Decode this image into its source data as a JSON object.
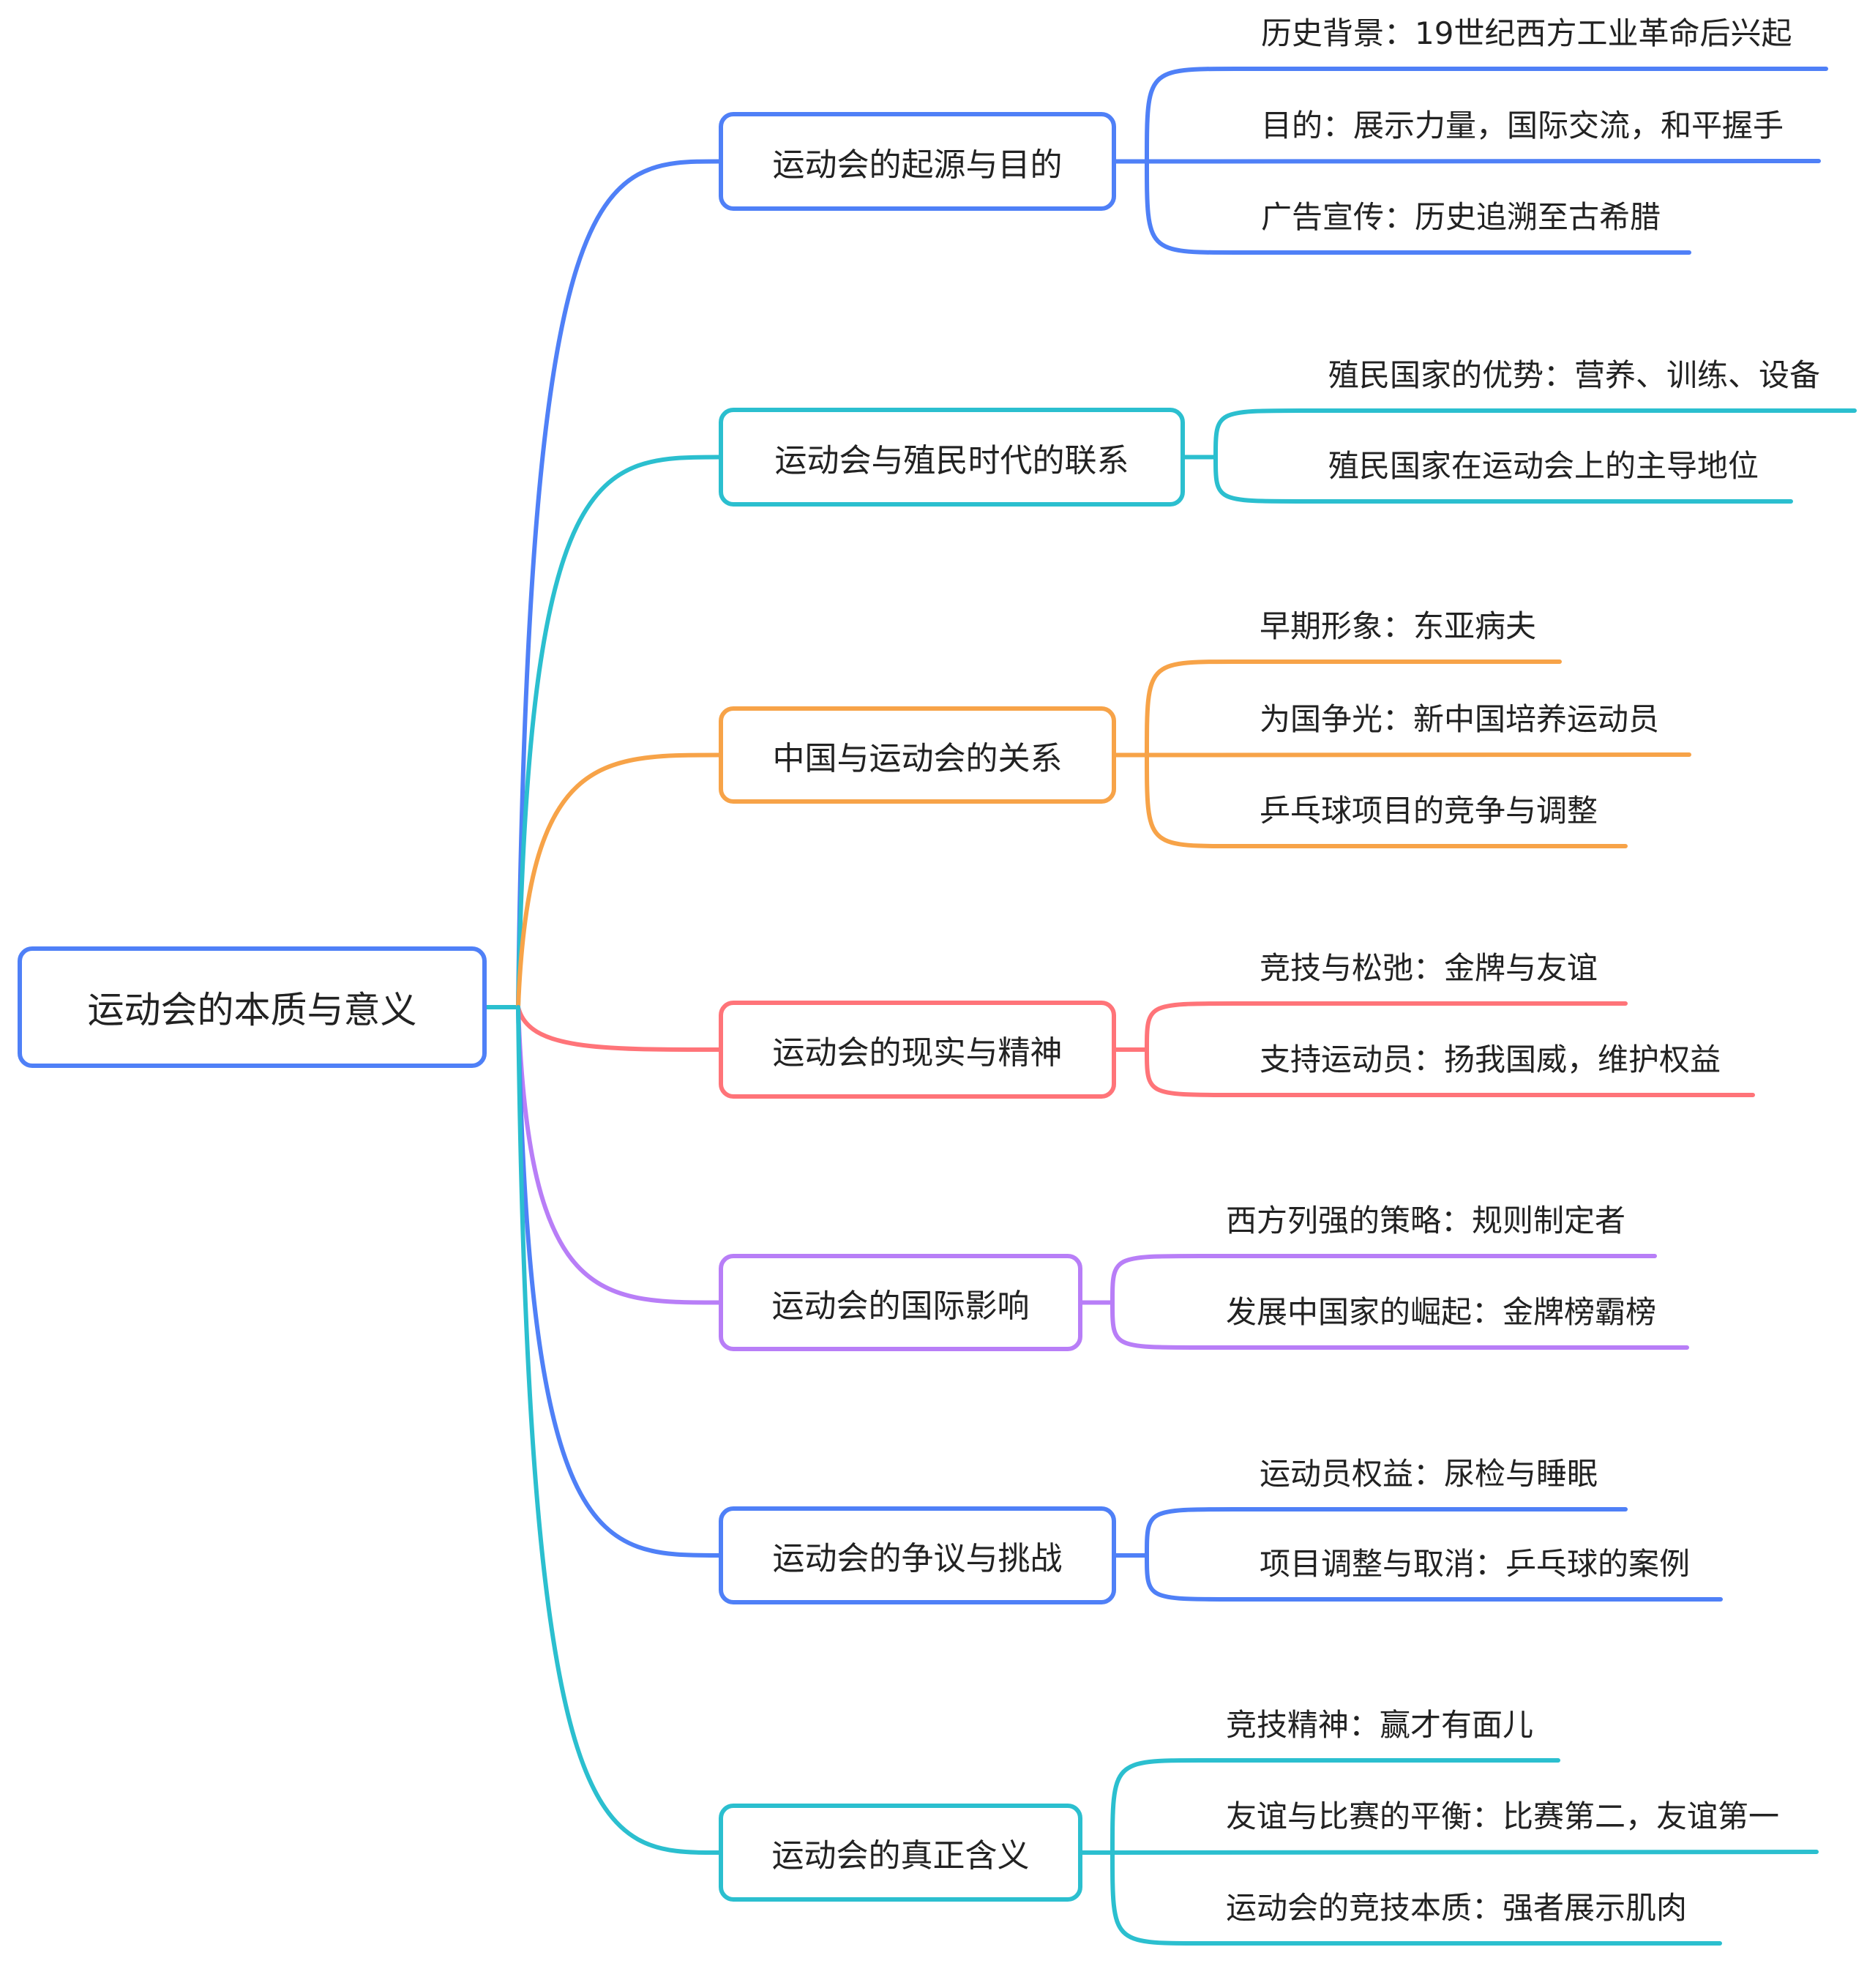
{
  "root": {
    "label": "运动会的本质与意义",
    "color": "#4f80f7"
  },
  "branches": [
    {
      "label": "运动会的起源与目的",
      "color": "#4f80f7",
      "children": [
        "历史背景：19世纪西方工业革命后兴起",
        "目的：展示力量，国际交流，和平握手",
        "广告宣传：历史追溯至古希腊"
      ]
    },
    {
      "label": "运动会与殖民时代的联系",
      "color": "#2bbfcf",
      "children": [
        "殖民国家的优势：营养、训练、设备",
        "殖民国家在运动会上的主导地位"
      ]
    },
    {
      "label": "中国与运动会的关系",
      "color": "#f7a348",
      "children": [
        "早期形象：东亚病夫",
        "为国争光：新中国培养运动员",
        "乒乓球项目的竞争与调整"
      ]
    },
    {
      "label": "运动会的现实与精神",
      "color": "#ff7479",
      "children": [
        "竞技与松弛：金牌与友谊",
        "支持运动员：扬我国威，维护权益"
      ]
    },
    {
      "label": "运动会的国际影响",
      "color": "#b87ef7",
      "children": [
        "西方列强的策略：规则制定者",
        "发展中国家的崛起：金牌榜霸榜"
      ]
    },
    {
      "label": "运动会的争议与挑战",
      "color": "#4f80f7",
      "children": [
        "运动员权益：尿检与睡眠",
        "项目调整与取消：乒乓球的案例"
      ]
    },
    {
      "label": "运动会的真正含义",
      "color": "#2bbfcf",
      "children": [
        "竞技精神：赢才有面儿",
        "友谊与比赛的平衡：比赛第二，友谊第一",
        "运动会的竞技本质：强者展示肌肉"
      ]
    }
  ]
}
